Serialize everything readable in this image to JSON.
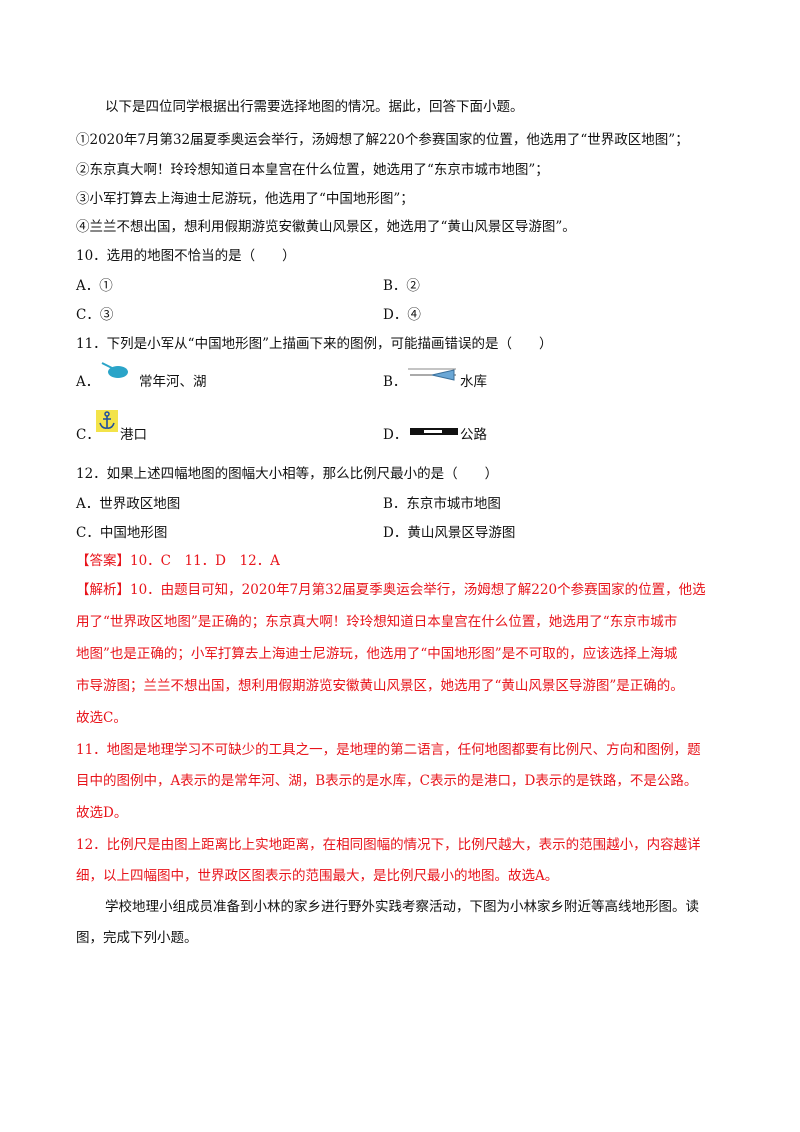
{
  "intro": "以下是四位同学根据出行需要选择地图的情况。据此，回答下面小题。",
  "cases": [
    "①2020年7月第32届夏季奥运会举行，汤姆想了解220个参赛国家的位置，他选用了“世界政区地图”；",
    "②东京真大啊！玲玲想知道日本皇宫在什么位置，她选用了“东京市城市地图”；",
    "③小军打算去上海迪士尼游玩，他选用了“中国地形图”；",
    "④兰兰不想出国，想利用假期游览安徽黄山风景区，她选用了“黄山风景区导游图”。"
  ],
  "q10": {
    "stem": "10．选用的地图不恰当的是（　　）",
    "options": [
      "A．①",
      "B．②",
      "C．③",
      "D．④"
    ]
  },
  "q11": {
    "stem": "11．下列是小军从“中国地形图”上描画下来的图例，可能描画错误的是（　　）",
    "A_prefix": "A．",
    "A_label": "常年河、湖",
    "B_prefix": "B．",
    "B_label": "水库",
    "C_prefix": "C．",
    "C_label": "港口",
    "D_prefix": "D．",
    "D_label": "公路"
  },
  "q12": {
    "stem": "12．如果上述四幅地图的图幅大小相等，那么比例尺最小的是（　　）",
    "options": [
      "A．世界政区地图",
      "B．东京市城市地图",
      "C．中国地形图",
      "D．黄山风景区导游图"
    ]
  },
  "answer": "【答案】10．C　11．D　12．A",
  "analysis": [
    "【解析】10．由题目可知，2020年7月第32届夏季奥运会举行，汤姆想了解220个参赛国家的位置，他选",
    "用了“世界政区地图”是正确的；东京真大啊！玲玲想知道日本皇宫在什么位置，她选用了“东京市城市",
    "地图”也是正确的；小军打算去上海迪士尼游玩，他选用了“中国地形图”是不可取的，应该选择上海城",
    "市导游图；兰兰不想出国，想利用假期游览安徽黄山风景区，她选用了“黄山风景区导游图”是正确的。",
    "故选C。",
    "11．地图是地理学习不可缺少的工具之一，是地理的第二语言，任何地图都要有比例尺、方向和图例，题",
    "目中的图例中，A表示的是常年河、湖，B表示的是水库，C表示的是港口，D表示的是铁路，不是公路。",
    "故选D。",
    "12．比例尺是由图上距离比上实地距离，在相同图幅的情况下，比例尺越大，表示的范围越小，内容越详",
    "细，以上四幅图中，世界政区图表示的范围最大，是比例尺最小的地图。故选A。"
  ],
  "outro": [
    "学校地理小组成员准备到小林的家乡进行野外实践考察活动，下图为小林家乡附近等高线地形图。读",
    "图，完成下列小题。"
  ],
  "colors": {
    "answer_red": "#e8141b",
    "lake_blue": "#2aa4c8",
    "reservoir_blue": "#6aa7d6",
    "anchor_yellow": "#f3e34a"
  }
}
